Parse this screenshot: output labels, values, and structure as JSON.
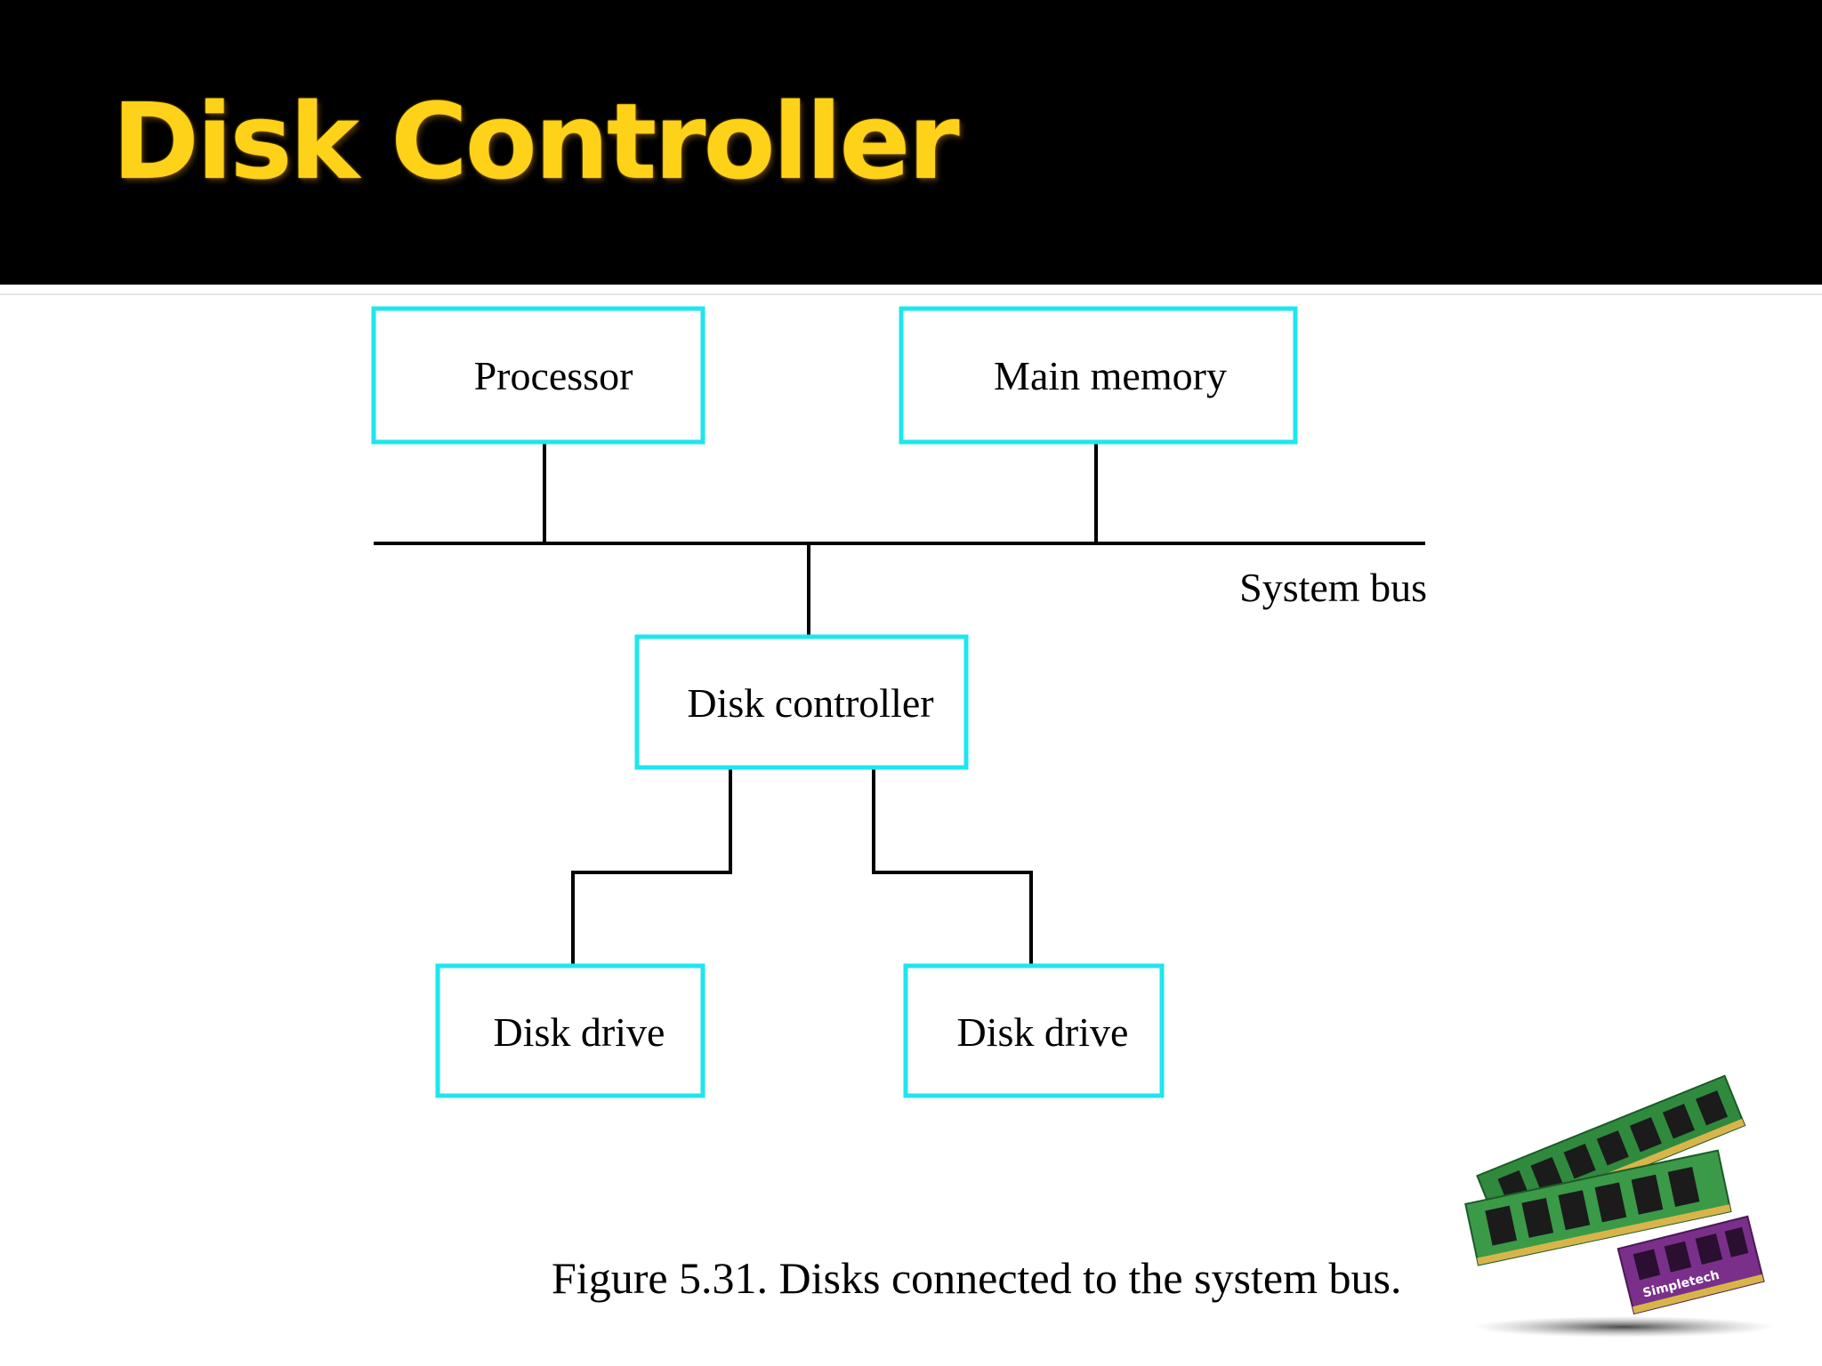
{
  "slide": {
    "title": "Disk Controller"
  },
  "diagram": {
    "nodes": {
      "processor": "Processor",
      "main_memory": "Main memory",
      "disk_controller": "Disk controller",
      "disk_drive_1": "Disk drive",
      "disk_drive_2": "Disk drive"
    },
    "bus_label": "System bus",
    "box_color": "#1ee6ee",
    "edges": [
      [
        "processor",
        "system-bus"
      ],
      [
        "main_memory",
        "system-bus"
      ],
      [
        "system-bus",
        "disk_controller"
      ],
      [
        "disk_controller",
        "disk_drive_1"
      ],
      [
        "disk_controller",
        "disk_drive_2"
      ]
    ]
  },
  "caption": "Figure 5.31.  Disks connected to the system bus.",
  "decor": {
    "image": "ram-modules-illustration",
    "brand_text": "Simpletech"
  }
}
